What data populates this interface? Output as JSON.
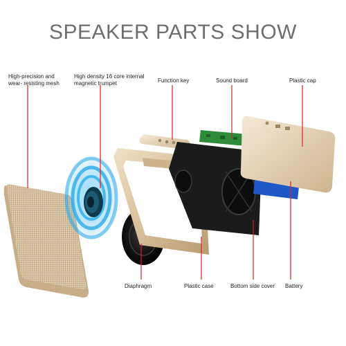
{
  "title": "SPEAKER PARTS SHOW",
  "labels": {
    "mesh_line1": "High-precision and",
    "mesh_line2": "wear- resisting mesh",
    "trumpet_line1": "High density 16 core internal",
    "trumpet_line2": "magnetic trumpet",
    "function_key": "Function key",
    "sound_board": "Sound board",
    "plastic_cap": "Plastic cap",
    "diaphragm": "Diaphragm",
    "plastic_case": "Plastic case",
    "bottom_cover": "Bottom side cover",
    "battery": "Battery"
  },
  "colors": {
    "leader_line": "#e02020",
    "gold": "#d9c3a0",
    "blue_waves": "#22a6e8",
    "battery": "#1f57c8",
    "board": "#2e8b3a",
    "frame": "#1b1b1b"
  }
}
